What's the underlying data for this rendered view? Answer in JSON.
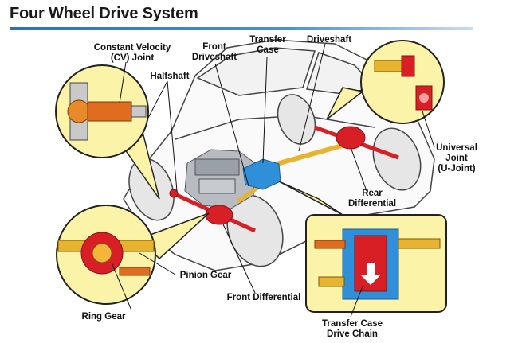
{
  "title": "Four Wheel Drive System",
  "colors": {
    "title_rule": "#2f6fb3",
    "callout_fill": "#fbf3a8",
    "axle_red": "#d81f26",
    "shaft_yellow": "#e8b430",
    "transfer_blue": "#2f8fd8",
    "car_outline": "#444444"
  },
  "labels": {
    "cv_joint": "Constant Velocity\n(CV) Joint",
    "halfshaft": "Halfshaft",
    "front_driveshaft": "Front\nDriveshaft",
    "transfer_case": "Transfer\nCase",
    "driveshaft": "Driveshaft",
    "universal_joint": "Universal\nJoint\n(U-Joint)",
    "rear_differential": "Rear\nDifferential",
    "pinion_gear": "Pinion Gear",
    "ring_gear": "Ring Gear",
    "front_differential": "Front Differential",
    "transfer_case_drive_chain": "Transfer Case\nDrive Chain"
  }
}
